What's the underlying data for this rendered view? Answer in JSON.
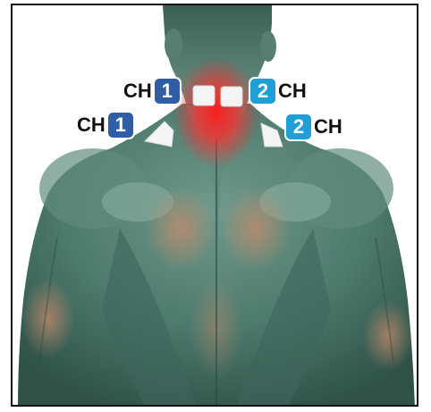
{
  "channels": {
    "ch1_upper": {
      "text": "CH",
      "number": "1"
    },
    "ch2_upper": {
      "number": "2",
      "text": "CH"
    },
    "ch1_lower": {
      "text": "CH",
      "number": "1"
    },
    "ch2_lower": {
      "number": "2",
      "text": "CH"
    }
  },
  "colors": {
    "channel_1": "#2f5ea6",
    "channel_2": "#1f9fd6",
    "pain_area": "#ff1a1a",
    "pad": "#f4f4f4",
    "skin_muscle": "#4f7f72"
  },
  "icons": {
    "electrode_pad": "electrode-pad-icon"
  }
}
